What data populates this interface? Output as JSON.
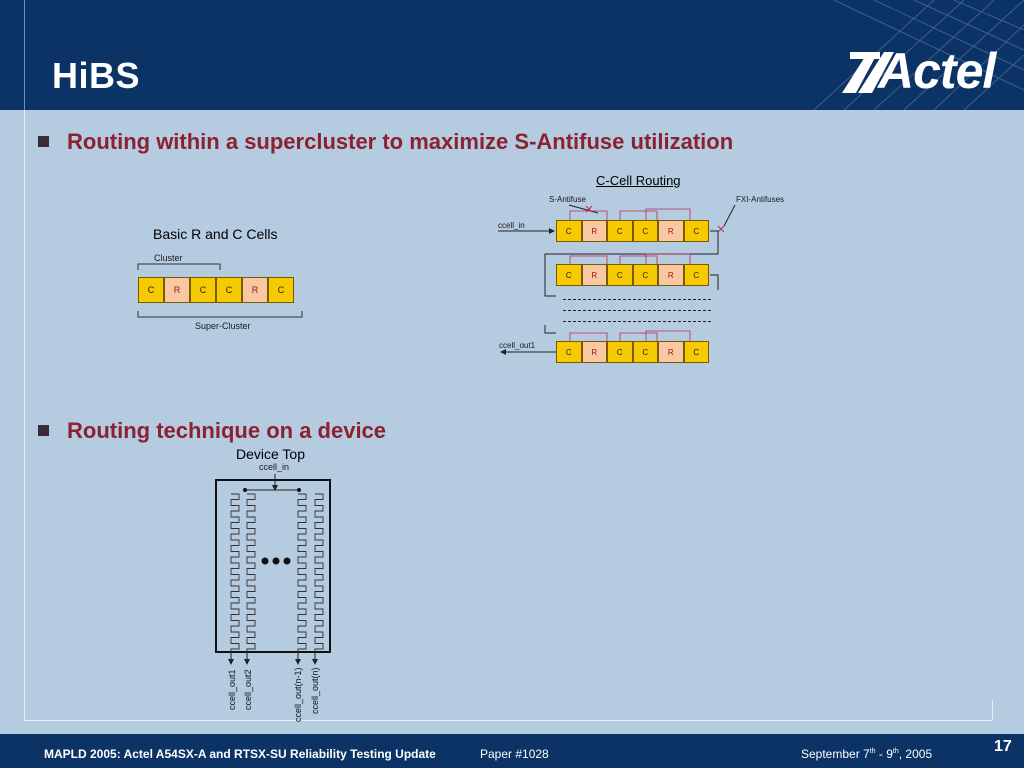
{
  "slide": {
    "title": "HiBS",
    "logo_text": "Actel",
    "page_number": "17"
  },
  "bullets": [
    "Routing within a supercluster to maximize S-Antifuse utilization",
    "Routing technique on a device"
  ],
  "basic_cells": {
    "title": "Basic R and C Cells",
    "cluster_label": "Cluster",
    "supercluster_label": "Super-Cluster",
    "cells": [
      "C",
      "R",
      "C",
      "C",
      "R",
      "C"
    ]
  },
  "ccell_routing": {
    "title": "C-Cell Routing",
    "s_antifuse_label": "S-Antifuse",
    "fxi_label": "FXI-Antifuses",
    "input_label": "ccell_in",
    "output_label": "ccell_out1",
    "cells": [
      "C",
      "R",
      "C",
      "C",
      "R",
      "C"
    ]
  },
  "device_top": {
    "title": "Device Top",
    "input_label": "ccell_in",
    "outputs": [
      "ccell_out1",
      "ccell_out2",
      "ccell_out(n-1)",
      "ccell_out(n)"
    ]
  },
  "footer": {
    "left": "MAPLD 2005: Actel A54SX-A and RTSX-SU Reliability Testing Update",
    "center": "Paper #1028",
    "date_prefix": "September 7",
    "date_sup1": "th",
    "date_mid": " - 9",
    "date_sup2": "th",
    "date_suffix": ", 2005"
  },
  "colors": {
    "header_bg": "#0b3366",
    "slide_bg": "#b4cbe0",
    "bullet_text": "#8b2131",
    "c_cell": "#f7c900",
    "r_cell": "#f8c8a2"
  }
}
